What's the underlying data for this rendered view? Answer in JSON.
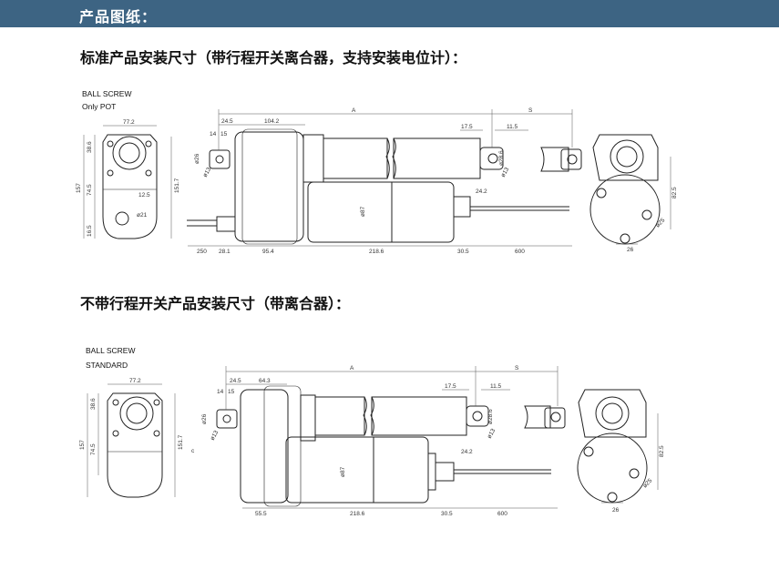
{
  "header": {
    "title": "产品图纸："
  },
  "sections": [
    {
      "title": "标准产品安装尺寸（带行程开关离合器，支持安装电位计）：",
      "label_line1": "BALL SCREW",
      "label_line2": "Only POT",
      "dims": {
        "w_top": "77.2",
        "h_38": "38.6",
        "h_total": "157",
        "h_151": "151.7",
        "h_74": "74.5",
        "w_12": "12.5",
        "d_21": "ø21",
        "h_16": "16.5",
        "d_26": "ø26",
        "d_13": "ø13",
        "w_14": "14",
        "w_15": "15",
        "w_24": "24.5",
        "w_104": "104.2",
        "A": "A",
        "S": "S",
        "w_17": "17.5",
        "w_11": "11.5",
        "d_28": "ø28.6",
        "d_13b": "ø13",
        "w_24b": "24.2",
        "d_87": "ø87",
        "b_250": "250",
        "b_28": "28.1",
        "b_95": "95.4",
        "b_218": "218.6",
        "b_30": "30.5",
        "b_600": "600",
        "h_82": "82.5",
        "d_25": "ø25",
        "w_26": "26"
      }
    },
    {
      "title": "不带行程开关产品安装尺寸（带离合器）：",
      "label_line1": "BALL SCREW",
      "label_line2": "STANDARD",
      "dims": {
        "w_top": "77.2",
        "h_38": "38.6",
        "h_total": "157",
        "h_151": "151.7",
        "h_74": "74.5",
        "d_26": "ø26",
        "d_13": "ø13",
        "w_14": "14",
        "w_15": "15",
        "w_24": "24.5",
        "w_64": "64.3",
        "A": "A",
        "S": "S",
        "w_17": "17.5",
        "w_11": "11.5",
        "d_28": "ø28.6",
        "d_13b": "ø13",
        "w_24b": "24.2",
        "d_87": "ø87",
        "b_55": "55.5",
        "b_218": "218.6",
        "b_30": "30.5",
        "b_600": "600",
        "h_82": "82.5",
        "d_25": "ø25",
        "w_26": "26",
        "c": "c"
      }
    }
  ]
}
